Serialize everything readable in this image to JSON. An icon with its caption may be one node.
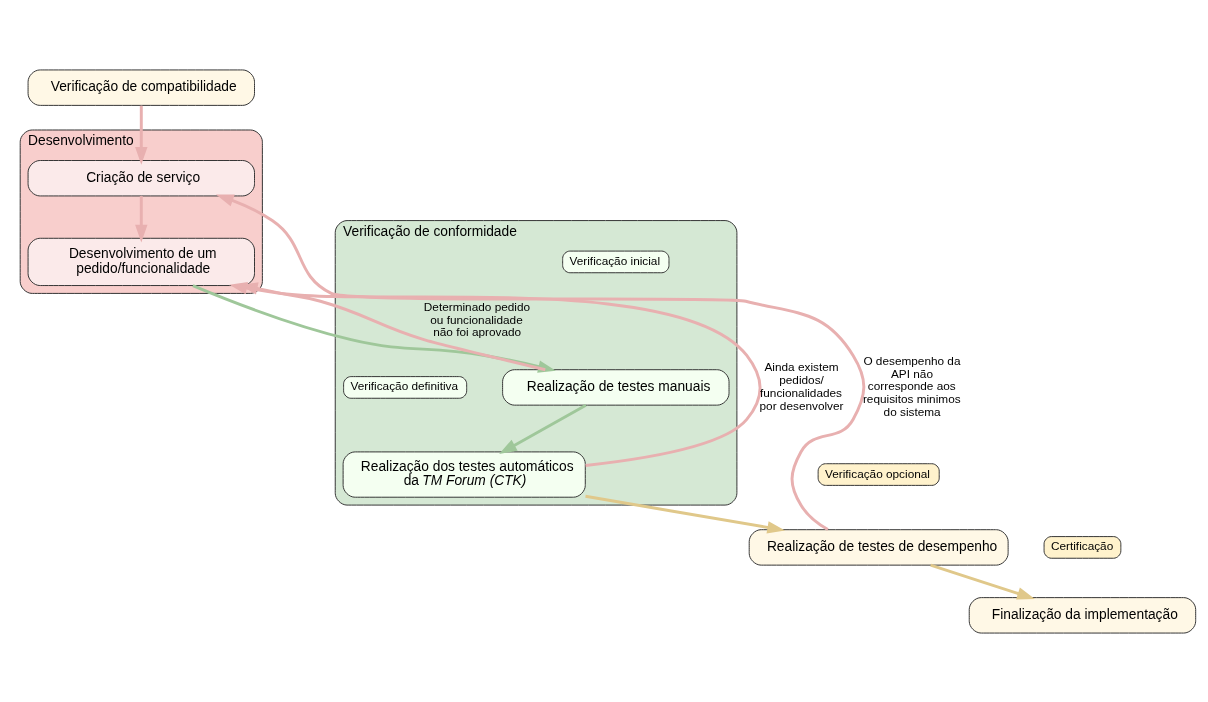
{
  "diagram": {
    "nodes": [
      {
        "text": [
          "Verificação de compatibilidade"
        ]
      },
      {
        "text": [
          "Desenvolvimento"
        ]
      },
      {
        "text": [
          "Criação de serviço"
        ],
        "in": 1
      },
      {
        "text": [
          "Desenvolvimento de um pedido/funcionalidade"
        ],
        "in": 1
      },
      {
        "text": [
          "Verificação de conformidade"
        ]
      },
      {
        "text": [
          "Verificação inicial"
        ],
        "in": 4
      },
      {
        "text": [
          "Realização de testes manuais"
        ],
        "in": 4
      },
      {
        "text": [
          "Verificação definitiva"
        ],
        "in": 4
      },
      {
        "text": [
          "Realização dos testes automáticos da *TM Forum (CTK)*"
        ],
        "in": 4
      },
      {
        "text": [
          "Verificação opcional"
        ]
      },
      {
        "text": [
          "Realização de testes de desempenho"
        ]
      },
      {
        "text": [
          "Certificação"
        ]
      },
      {
        "text": [
          "Finalização da implementação"
        ]
      }
    ],
    "edges": [
      {
        "from": 0,
        "to": 2,
        "arrow": "to"
      },
      {
        "from": 2,
        "to": 3,
        "arrow": "to"
      },
      {
        "from": 3,
        "to": 6,
        "arrow": "to"
      },
      {
        "from": 6,
        "to": 8,
        "arrow": "to"
      },
      {
        "from": 8,
        "to": 10,
        "arrow": "to"
      },
      {
        "from": 10,
        "to": 12,
        "arrow": "to"
      },
      {
        "from": 6,
        "to": 3,
        "arrow": "to",
        "label": "Determinado pedido ou funcionalidade não foi aprovado"
      },
      {
        "from": 8,
        "to": 3,
        "arrow": "to",
        "label": "Ainda existem pedidos/ funcionalidades por desenvolver"
      },
      {
        "from": 10,
        "to": 2,
        "arrow": "to",
        "label": "O desempenho da API não corresponde aos requisitos minimos do sistema"
      }
    ]
  }
}
